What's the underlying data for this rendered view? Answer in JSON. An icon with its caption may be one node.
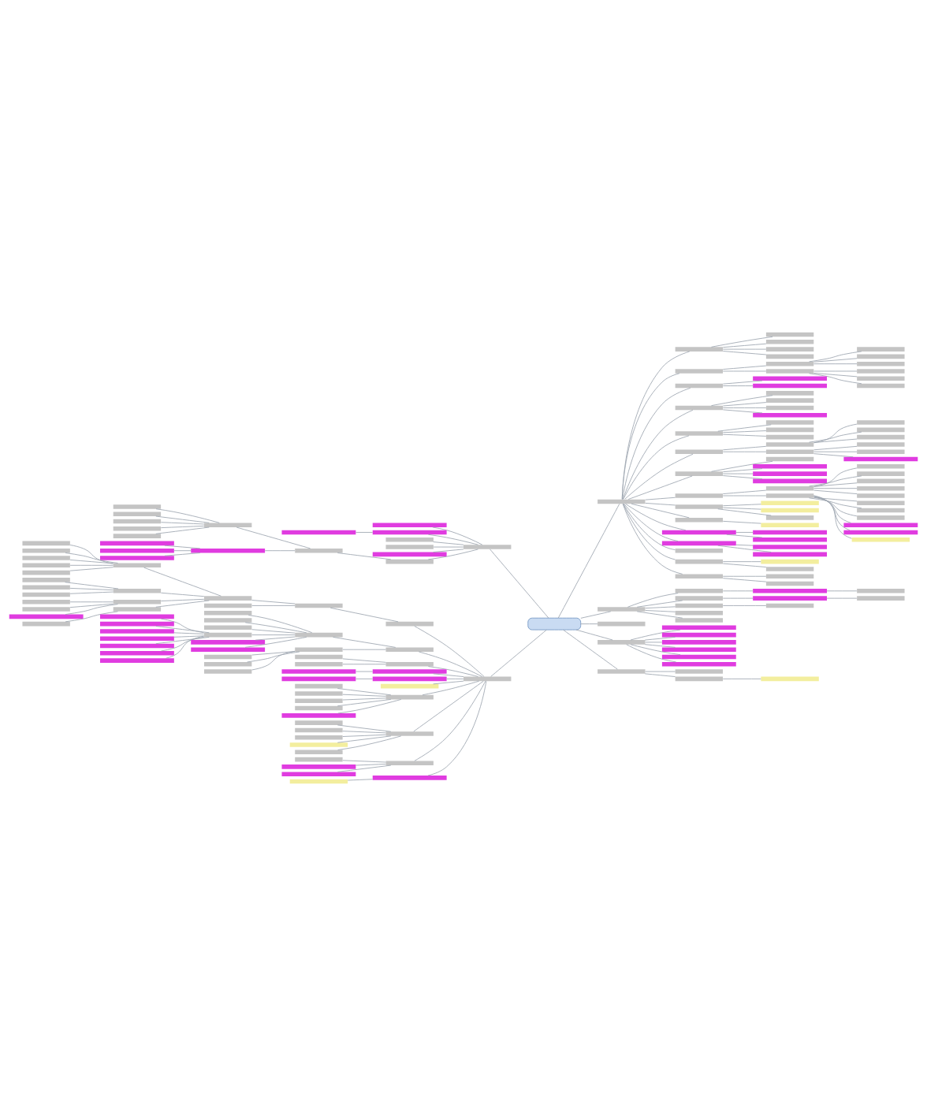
{
  "diagram": {
    "nodes": [
      {
        "text": [],
        "shape": "box"
      },
      {
        "text": [],
        "shape": "bar"
      },
      {
        "text": [],
        "shape": "bar"
      },
      {
        "text": [],
        "shape": "bar"
      },
      {
        "text": [],
        "shape": "bar"
      },
      {
        "text": [],
        "shape": "bar"
      },
      {
        "text": [],
        "shape": "bar"
      },
      {
        "text": [],
        "shape": "bar"
      },
      {
        "text": [],
        "shape": "bar"
      },
      {
        "text": [],
        "shape": "bar"
      },
      {
        "text": [],
        "shape": "bar"
      },
      {
        "text": [],
        "shape": "bar"
      },
      {
        "text": [],
        "shape": "bar"
      },
      {
        "text": [],
        "shape": "bar"
      },
      {
        "text": [],
        "shape": "bar"
      },
      {
        "text": [],
        "shape": "bar"
      },
      {
        "text": [],
        "shape": "bar"
      },
      {
        "text": [],
        "shape": "bar"
      },
      {
        "text": [],
        "shape": "bar"
      },
      {
        "text": [],
        "shape": "bar"
      },
      {
        "text": [],
        "shape": "bar"
      },
      {
        "text": [],
        "shape": "bar"
      },
      {
        "text": [],
        "shape": "bar"
      },
      {
        "text": [],
        "shape": "bar"
      },
      {
        "text": [],
        "shape": "bar"
      },
      {
        "text": [],
        "shape": "bar"
      },
      {
        "text": [],
        "shape": "bar"
      },
      {
        "text": [],
        "shape": "bar"
      },
      {
        "text": [],
        "shape": "bar"
      },
      {
        "text": [],
        "shape": "bar"
      },
      {
        "text": [],
        "shape": "bar"
      },
      {
        "text": [],
        "shape": "bar"
      },
      {
        "text": [],
        "shape": "bar"
      },
      {
        "text": [],
        "shape": "bar"
      },
      {
        "text": [],
        "shape": "bar"
      },
      {
        "text": [],
        "shape": "bar"
      },
      {
        "text": [],
        "shape": "bar"
      },
      {
        "text": [],
        "shape": "bar"
      },
      {
        "text": [],
        "shape": "bar"
      },
      {
        "text": [],
        "shape": "bar"
      },
      {
        "text": [],
        "shape": "bar"
      },
      {
        "text": [],
        "shape": "bar"
      },
      {
        "text": [],
        "shape": "bar"
      },
      {
        "text": [],
        "shape": "bar"
      },
      {
        "text": [],
        "shape": "bar"
      },
      {
        "text": [],
        "shape": "bar"
      },
      {
        "text": [],
        "shape": "bar"
      },
      {
        "text": [],
        "shape": "bar"
      },
      {
        "text": [],
        "shape": "bar"
      },
      {
        "text": [],
        "shape": "bar"
      },
      {
        "text": [],
        "shape": "bar"
      },
      {
        "text": [],
        "shape": "bar"
      },
      {
        "text": [],
        "shape": "bar"
      },
      {
        "text": [],
        "shape": "bar"
      },
      {
        "text": [],
        "shape": "bar"
      },
      {
        "text": [],
        "shape": "bar"
      },
      {
        "text": [],
        "shape": "bar"
      },
      {
        "text": [],
        "shape": "bar"
      },
      {
        "text": [],
        "shape": "bar"
      },
      {
        "text": [],
        "shape": "bar"
      },
      {
        "text": [],
        "shape": "bar"
      },
      {
        "text": [],
        "shape": "bar"
      },
      {
        "text": [],
        "shape": "bar"
      },
      {
        "text": [],
        "shape": "bar"
      },
      {
        "text": [],
        "shape": "bar"
      },
      {
        "text": [],
        "shape": "bar"
      },
      {
        "text": [],
        "shape": "bar"
      },
      {
        "text": [],
        "shape": "bar"
      },
      {
        "text": [],
        "shape": "bar"
      },
      {
        "text": [],
        "shape": "bar"
      },
      {
        "text": [],
        "shape": "bar"
      },
      {
        "text": [],
        "shape": "bar"
      },
      {
        "text": [],
        "shape": "bar"
      },
      {
        "text": [],
        "shape": "bar"
      },
      {
        "text": [],
        "shape": "bar"
      },
      {
        "text": [],
        "shape": "bar"
      },
      {
        "text": [],
        "shape": "bar"
      },
      {
        "text": [],
        "shape": "bar"
      },
      {
        "text": [],
        "shape": "bar"
      },
      {
        "text": [],
        "shape": "bar"
      },
      {
        "text": [],
        "shape": "bar"
      },
      {
        "text": [],
        "shape": "bar"
      },
      {
        "text": [],
        "shape": "bar"
      },
      {
        "text": [],
        "shape": "bar"
      },
      {
        "text": [],
        "shape": "bar"
      },
      {
        "text": [],
        "shape": "bar"
      },
      {
        "text": [],
        "shape": "bar"
      },
      {
        "text": [],
        "shape": "bar"
      },
      {
        "text": [],
        "shape": "bar"
      },
      {
        "text": [],
        "shape": "bar"
      },
      {
        "text": [],
        "shape": "bar"
      },
      {
        "text": [],
        "shape": "bar"
      },
      {
        "text": [],
        "shape": "bar"
      },
      {
        "text": [],
        "shape": "bar"
      },
      {
        "text": [],
        "shape": "bar"
      },
      {
        "text": [],
        "shape": "bar"
      },
      {
        "text": [],
        "shape": "bar"
      },
      {
        "text": [],
        "shape": "bar"
      },
      {
        "text": [],
        "shape": "bar"
      },
      {
        "text": [],
        "shape": "bar"
      },
      {
        "text": [],
        "shape": "bar"
      },
      {
        "text": [],
        "shape": "bar"
      },
      {
        "text": [],
        "shape": "bar"
      },
      {
        "text": [],
        "shape": "bar"
      },
      {
        "text": [],
        "shape": "bar"
      },
      {
        "text": [],
        "shape": "bar"
      },
      {
        "text": [],
        "shape": "bar"
      },
      {
        "text": [],
        "shape": "bar"
      },
      {
        "text": [],
        "shape": "bar"
      },
      {
        "text": [],
        "shape": "bar"
      },
      {
        "text": [],
        "shape": "bar"
      },
      {
        "text": [],
        "shape": "bar"
      },
      {
        "text": [],
        "shape": "bar"
      },
      {
        "text": [],
        "shape": "bar"
      },
      {
        "text": [],
        "shape": "bar"
      },
      {
        "text": [],
        "shape": "bar"
      },
      {
        "text": [],
        "shape": "bar"
      },
      {
        "text": [],
        "shape": "bar"
      },
      {
        "text": [],
        "shape": "bar"
      },
      {
        "text": [],
        "shape": "bar"
      },
      {
        "text": [],
        "shape": "bar"
      },
      {
        "text": [],
        "shape": "bar"
      },
      {
        "text": [],
        "shape": "bar"
      },
      {
        "text": [],
        "shape": "bar"
      },
      {
        "text": [],
        "shape": "bar"
      },
      {
        "text": [],
        "shape": "bar"
      },
      {
        "text": [],
        "shape": "bar"
      },
      {
        "text": [],
        "shape": "bar"
      },
      {
        "text": [],
        "shape": "bar"
      },
      {
        "text": [],
        "shape": "bar"
      },
      {
        "text": [],
        "shape": "bar"
      },
      {
        "text": [],
        "shape": "bar"
      },
      {
        "text": [],
        "shape": "bar"
      },
      {
        "text": [],
        "shape": "bar"
      },
      {
        "text": [],
        "shape": "bar"
      },
      {
        "text": [],
        "shape": "bar"
      },
      {
        "text": [],
        "shape": "bar"
      },
      {
        "text": [],
        "shape": "bar"
      },
      {
        "text": [],
        "shape": "bar"
      },
      {
        "text": [],
        "shape": "bar"
      },
      {
        "text": [],
        "shape": "bar"
      },
      {
        "text": [],
        "shape": "bar"
      },
      {
        "text": [],
        "shape": "bar"
      },
      {
        "text": [],
        "shape": "bar"
      },
      {
        "text": [],
        "shape": "bar"
      },
      {
        "text": [],
        "shape": "bar"
      },
      {
        "text": [],
        "shape": "bar"
      },
      {
        "text": [],
        "shape": "bar"
      },
      {
        "text": [],
        "shape": "bar"
      },
      {
        "text": [],
        "shape": "bar"
      },
      {
        "text": [],
        "shape": "bar"
      },
      {
        "text": [],
        "shape": "bar"
      },
      {
        "text": [],
        "shape": "bar"
      },
      {
        "text": [],
        "shape": "bar"
      },
      {
        "text": [],
        "shape": "bar"
      },
      {
        "text": [],
        "shape": "bar"
      },
      {
        "text": [],
        "shape": "bar"
      },
      {
        "text": [],
        "shape": "bar"
      },
      {
        "text": [],
        "shape": "bar"
      },
      {
        "text": [],
        "shape": "bar"
      },
      {
        "text": [],
        "shape": "bar"
      },
      {
        "text": [],
        "shape": "bar"
      },
      {
        "text": [],
        "shape": "bar"
      },
      {
        "text": [],
        "shape": "bar"
      },
      {
        "text": [],
        "shape": "bar"
      },
      {
        "text": [],
        "shape": "bar"
      },
      {
        "text": [],
        "shape": "bar"
      },
      {
        "text": [],
        "shape": "bar"
      },
      {
        "text": [],
        "shape": "bar"
      },
      {
        "text": [],
        "shape": "bar"
      },
      {
        "text": [],
        "shape": "bar"
      },
      {
        "text": [],
        "shape": "bar"
      },
      {
        "text": [],
        "shape": "bar"
      },
      {
        "text": [],
        "shape": "bar"
      },
      {
        "text": [],
        "shape": "bar"
      },
      {
        "text": [],
        "shape": "bar"
      },
      {
        "text": [],
        "shape": "bar"
      },
      {
        "text": [],
        "shape": "bar"
      },
      {
        "text": [],
        "shape": "bar"
      },
      {
        "text": [],
        "shape": "bar"
      },
      {
        "text": [],
        "shape": "bar"
      },
      {
        "text": [],
        "shape": "bar"
      },
      {
        "text": [],
        "shape": "bar"
      }
    ],
    "edges": [
      {
        "from": 0,
        "to": 1,
        "arrow": "none"
      },
      {
        "from": 0,
        "to": 2,
        "arrow": "none"
      },
      {
        "from": 0,
        "to": 3,
        "arrow": "none"
      },
      {
        "from": 0,
        "to": 4,
        "arrow": "none"
      },
      {
        "from": 0,
        "to": 5,
        "arrow": "none"
      },
      {
        "from": 1,
        "to": 8,
        "arrow": "none"
      },
      {
        "from": 8,
        "to": 9,
        "arrow": "none"
      },
      {
        "from": 8,
        "to": 10,
        "arrow": "none"
      },
      {
        "from": 8,
        "to": 11,
        "arrow": "none"
      },
      {
        "from": 8,
        "to": 12,
        "arrow": "none"
      },
      {
        "from": 1,
        "to": 13,
        "arrow": "none"
      },
      {
        "from": 13,
        "to": 14,
        "arrow": "none"
      },
      {
        "from": 14,
        "to": 15,
        "arrow": "none"
      },
      {
        "from": 14,
        "to": 16,
        "arrow": "none"
      },
      {
        "from": 14,
        "to": 17,
        "arrow": "none"
      },
      {
        "from": 13,
        "to": 18,
        "arrow": "none"
      },
      {
        "from": 18,
        "to": 19,
        "arrow": "none"
      },
      {
        "from": 18,
        "to": 20,
        "arrow": "none"
      },
      {
        "from": 18,
        "to": 21,
        "arrow": "none"
      },
      {
        "from": 1,
        "to": 22,
        "arrow": "none"
      },
      {
        "from": 22,
        "to": 23,
        "arrow": "none"
      },
      {
        "from": 22,
        "to": 24,
        "arrow": "none"
      },
      {
        "from": 1,
        "to": 25,
        "arrow": "none"
      },
      {
        "from": 25,
        "to": 26,
        "arrow": "none"
      },
      {
        "from": 25,
        "to": 27,
        "arrow": "none"
      },
      {
        "from": 25,
        "to": 28,
        "arrow": "none"
      },
      {
        "from": 25,
        "to": 29,
        "arrow": "none"
      },
      {
        "from": 1,
        "to": 30,
        "arrow": "none"
      },
      {
        "from": 30,
        "to": 31,
        "arrow": "none"
      },
      {
        "from": 30,
        "to": 32,
        "arrow": "none"
      },
      {
        "from": 30,
        "to": 33,
        "arrow": "none"
      },
      {
        "from": 1,
        "to": 34,
        "arrow": "none"
      },
      {
        "from": 34,
        "to": 35,
        "arrow": "none"
      },
      {
        "from": 35,
        "to": 36,
        "arrow": "none"
      },
      {
        "from": 35,
        "to": 37,
        "arrow": "none"
      },
      {
        "from": 35,
        "to": 38,
        "arrow": "none"
      },
      {
        "from": 34,
        "to": 39,
        "arrow": "none"
      },
      {
        "from": 39,
        "to": 40,
        "arrow": "none"
      },
      {
        "from": 39,
        "to": 41,
        "arrow": "none"
      },
      {
        "from": 39,
        "to": 42,
        "arrow": "none"
      },
      {
        "from": 1,
        "to": 43,
        "arrow": "none"
      },
      {
        "from": 43,
        "to": 44,
        "arrow": "none"
      },
      {
        "from": 43,
        "to": 45,
        "arrow": "none"
      },
      {
        "from": 43,
        "to": 46,
        "arrow": "none"
      },
      {
        "from": 43,
        "to": 47,
        "arrow": "none"
      },
      {
        "from": 1,
        "to": 48,
        "arrow": "none"
      },
      {
        "from": 48,
        "to": 49,
        "arrow": "none"
      },
      {
        "from": 49,
        "to": 50,
        "arrow": "none"
      },
      {
        "from": 49,
        "to": 51,
        "arrow": "none"
      },
      {
        "from": 49,
        "to": 52,
        "arrow": "none"
      },
      {
        "from": 49,
        "to": 53,
        "arrow": "none"
      },
      {
        "from": 49,
        "to": 54,
        "arrow": "none"
      },
      {
        "from": 48,
        "to": 55,
        "arrow": "none"
      },
      {
        "from": 55,
        "to": 56,
        "arrow": "none"
      },
      {
        "from": 55,
        "to": 57,
        "arrow": "none"
      },
      {
        "from": 55,
        "to": 58,
        "arrow": "none"
      },
      {
        "from": 55,
        "to": 59,
        "arrow": "none"
      },
      {
        "from": 55,
        "to": 60,
        "arrow": "none"
      },
      {
        "from": 55,
        "to": 61,
        "arrow": "none"
      },
      {
        "from": 1,
        "to": 62,
        "arrow": "none"
      },
      {
        "from": 62,
        "to": 63,
        "arrow": "none"
      },
      {
        "from": 62,
        "to": 64,
        "arrow": "none"
      },
      {
        "from": 62,
        "to": 65,
        "arrow": "none"
      },
      {
        "from": 1,
        "to": 66,
        "arrow": "none"
      },
      {
        "from": 66,
        "to": 67,
        "arrow": "none"
      },
      {
        "from": 1,
        "to": 68,
        "arrow": "none"
      },
      {
        "from": 68,
        "to": 69,
        "arrow": "none"
      },
      {
        "from": 68,
        "to": 70,
        "arrow": "none"
      },
      {
        "from": 1,
        "to": 71,
        "arrow": "none"
      },
      {
        "from": 71,
        "to": 72,
        "arrow": "none"
      },
      {
        "from": 71,
        "to": 73,
        "arrow": "none"
      },
      {
        "from": 1,
        "to": 74,
        "arrow": "none"
      },
      {
        "from": 1,
        "to": 75,
        "arrow": "none"
      },
      {
        "from": 75,
        "to": 76,
        "arrow": "none"
      },
      {
        "from": 75,
        "to": 77,
        "arrow": "none"
      },
      {
        "from": 1,
        "to": 78,
        "arrow": "none"
      },
      {
        "from": 78,
        "to": 79,
        "arrow": "none"
      },
      {
        "from": 78,
        "to": 80,
        "arrow": "none"
      },
      {
        "from": 2,
        "to": 81,
        "arrow": "none"
      },
      {
        "from": 81,
        "to": 82,
        "arrow": "none"
      },
      {
        "from": 82,
        "to": 83,
        "arrow": "none"
      },
      {
        "from": 2,
        "to": 84,
        "arrow": "none"
      },
      {
        "from": 84,
        "to": 85,
        "arrow": "none"
      },
      {
        "from": 85,
        "to": 86,
        "arrow": "none"
      },
      {
        "from": 2,
        "to": 87,
        "arrow": "none"
      },
      {
        "from": 87,
        "to": 88,
        "arrow": "none"
      },
      {
        "from": 2,
        "to": 89,
        "arrow": "none"
      },
      {
        "from": 2,
        "to": 90,
        "arrow": "none"
      },
      {
        "from": 4,
        "to": 91,
        "arrow": "none"
      },
      {
        "from": 4,
        "to": 92,
        "arrow": "none"
      },
      {
        "from": 4,
        "to": 93,
        "arrow": "none"
      },
      {
        "from": 4,
        "to": 94,
        "arrow": "none"
      },
      {
        "from": 4,
        "to": 95,
        "arrow": "none"
      },
      {
        "from": 4,
        "to": 96,
        "arrow": "none"
      },
      {
        "from": 5,
        "to": 97,
        "arrow": "none"
      },
      {
        "from": 5,
        "to": 98,
        "arrow": "none"
      },
      {
        "from": 98,
        "to": 99,
        "arrow": "none"
      },
      {
        "from": 6,
        "to": 0,
        "arrow": "none"
      },
      {
        "from": 7,
        "to": 0,
        "arrow": "none"
      },
      {
        "from": 100,
        "to": 6,
        "arrow": "none"
      },
      {
        "from": 101,
        "to": 6,
        "arrow": "none"
      },
      {
        "from": 102,
        "to": 101,
        "arrow": "none"
      },
      {
        "from": 103,
        "to": 6,
        "arrow": "none"
      },
      {
        "from": 104,
        "to": 6,
        "arrow": "none"
      },
      {
        "from": 105,
        "to": 6,
        "arrow": "none"
      },
      {
        "from": 106,
        "to": 6,
        "arrow": "none"
      },
      {
        "from": 107,
        "to": 106,
        "arrow": "none"
      },
      {
        "from": 108,
        "to": 107,
        "arrow": "none"
      },
      {
        "from": 109,
        "to": 108,
        "arrow": "none"
      },
      {
        "from": 110,
        "to": 108,
        "arrow": "none"
      },
      {
        "from": 111,
        "to": 108,
        "arrow": "none"
      },
      {
        "from": 112,
        "to": 108,
        "arrow": "none"
      },
      {
        "from": 113,
        "to": 107,
        "arrow": "none"
      },
      {
        "from": 114,
        "to": 113,
        "arrow": "none"
      },
      {
        "from": 115,
        "to": 113,
        "arrow": "none"
      },
      {
        "from": 116,
        "to": 113,
        "arrow": "none"
      },
      {
        "from": 117,
        "to": 108,
        "arrow": "none"
      },
      {
        "from": 118,
        "to": 7,
        "arrow": "none"
      },
      {
        "from": 119,
        "to": 118,
        "arrow": "none"
      },
      {
        "from": 120,
        "to": 119,
        "arrow": "none"
      },
      {
        "from": 121,
        "to": 120,
        "arrow": "none"
      },
      {
        "from": 122,
        "to": 121,
        "arrow": "none"
      },
      {
        "from": 123,
        "to": 121,
        "arrow": "none"
      },
      {
        "from": 124,
        "to": 121,
        "arrow": "none"
      },
      {
        "from": 125,
        "to": 121,
        "arrow": "none"
      },
      {
        "from": 126,
        "to": 121,
        "arrow": "none"
      },
      {
        "from": 127,
        "to": 120,
        "arrow": "none"
      },
      {
        "from": 128,
        "to": 127,
        "arrow": "none"
      },
      {
        "from": 129,
        "to": 127,
        "arrow": "none"
      },
      {
        "from": 130,
        "to": 127,
        "arrow": "none"
      },
      {
        "from": 131,
        "to": 120,
        "arrow": "none"
      },
      {
        "from": 132,
        "to": 131,
        "arrow": "none"
      },
      {
        "from": 133,
        "to": 131,
        "arrow": "none"
      },
      {
        "from": 134,
        "to": 131,
        "arrow": "none"
      },
      {
        "from": 135,
        "to": 120,
        "arrow": "none"
      },
      {
        "from": 136,
        "to": 135,
        "arrow": "none"
      },
      {
        "from": 137,
        "to": 119,
        "arrow": "none"
      },
      {
        "from": 138,
        "to": 7,
        "arrow": "none"
      },
      {
        "from": 139,
        "to": 138,
        "arrow": "none"
      },
      {
        "from": 140,
        "to": 139,
        "arrow": "none"
      },
      {
        "from": 141,
        "to": 139,
        "arrow": "none"
      },
      {
        "from": 142,
        "to": 139,
        "arrow": "none"
      },
      {
        "from": 143,
        "to": 139,
        "arrow": "none"
      },
      {
        "from": 144,
        "to": 143,
        "arrow": "none"
      },
      {
        "from": 145,
        "to": 143,
        "arrow": "none"
      },
      {
        "from": 146,
        "to": 143,
        "arrow": "none"
      },
      {
        "from": 147,
        "to": 143,
        "arrow": "none"
      },
      {
        "from": 148,
        "to": 143,
        "arrow": "none"
      },
      {
        "from": 149,
        "to": 143,
        "arrow": "none"
      },
      {
        "from": 150,
        "to": 143,
        "arrow": "none"
      },
      {
        "from": 151,
        "to": 139,
        "arrow": "none"
      },
      {
        "from": 152,
        "to": 139,
        "arrow": "none"
      },
      {
        "from": 153,
        "to": 138,
        "arrow": "none"
      },
      {
        "from": 154,
        "to": 153,
        "arrow": "none"
      },
      {
        "from": 155,
        "to": 153,
        "arrow": "none"
      },
      {
        "from": 156,
        "to": 153,
        "arrow": "none"
      },
      {
        "from": 157,
        "to": 7,
        "arrow": "none"
      },
      {
        "from": 158,
        "to": 157,
        "arrow": "none"
      },
      {
        "from": 159,
        "to": 157,
        "arrow": "none"
      },
      {
        "from": 160,
        "to": 7,
        "arrow": "none"
      },
      {
        "from": 161,
        "to": 7,
        "arrow": "none"
      },
      {
        "from": 162,
        "to": 160,
        "arrow": "none"
      },
      {
        "from": 163,
        "to": 161,
        "arrow": "none"
      },
      {
        "from": 164,
        "to": 7,
        "arrow": "none"
      },
      {
        "from": 165,
        "to": 7,
        "arrow": "none"
      },
      {
        "from": 166,
        "to": 165,
        "arrow": "none"
      },
      {
        "from": 167,
        "to": 165,
        "arrow": "none"
      },
      {
        "from": 168,
        "to": 165,
        "arrow": "none"
      },
      {
        "from": 169,
        "to": 165,
        "arrow": "none"
      },
      {
        "from": 170,
        "to": 165,
        "arrow": "none"
      },
      {
        "from": 171,
        "to": 7,
        "arrow": "none"
      },
      {
        "from": 172,
        "to": 171,
        "arrow": "none"
      },
      {
        "from": 173,
        "to": 171,
        "arrow": "none"
      },
      {
        "from": 174,
        "to": 171,
        "arrow": "none"
      },
      {
        "from": 175,
        "to": 171,
        "arrow": "none"
      },
      {
        "from": 176,
        "to": 171,
        "arrow": "none"
      },
      {
        "from": 177,
        "to": 7,
        "arrow": "none"
      },
      {
        "from": 178,
        "to": 177,
        "arrow": "none"
      },
      {
        "from": 179,
        "to": 177,
        "arrow": "none"
      },
      {
        "from": 180,
        "to": 177,
        "arrow": "none"
      },
      {
        "from": 181,
        "to": 7,
        "arrow": "none"
      },
      {
        "from": 182,
        "to": 181,
        "arrow": "none"
      }
    ]
  }
}
